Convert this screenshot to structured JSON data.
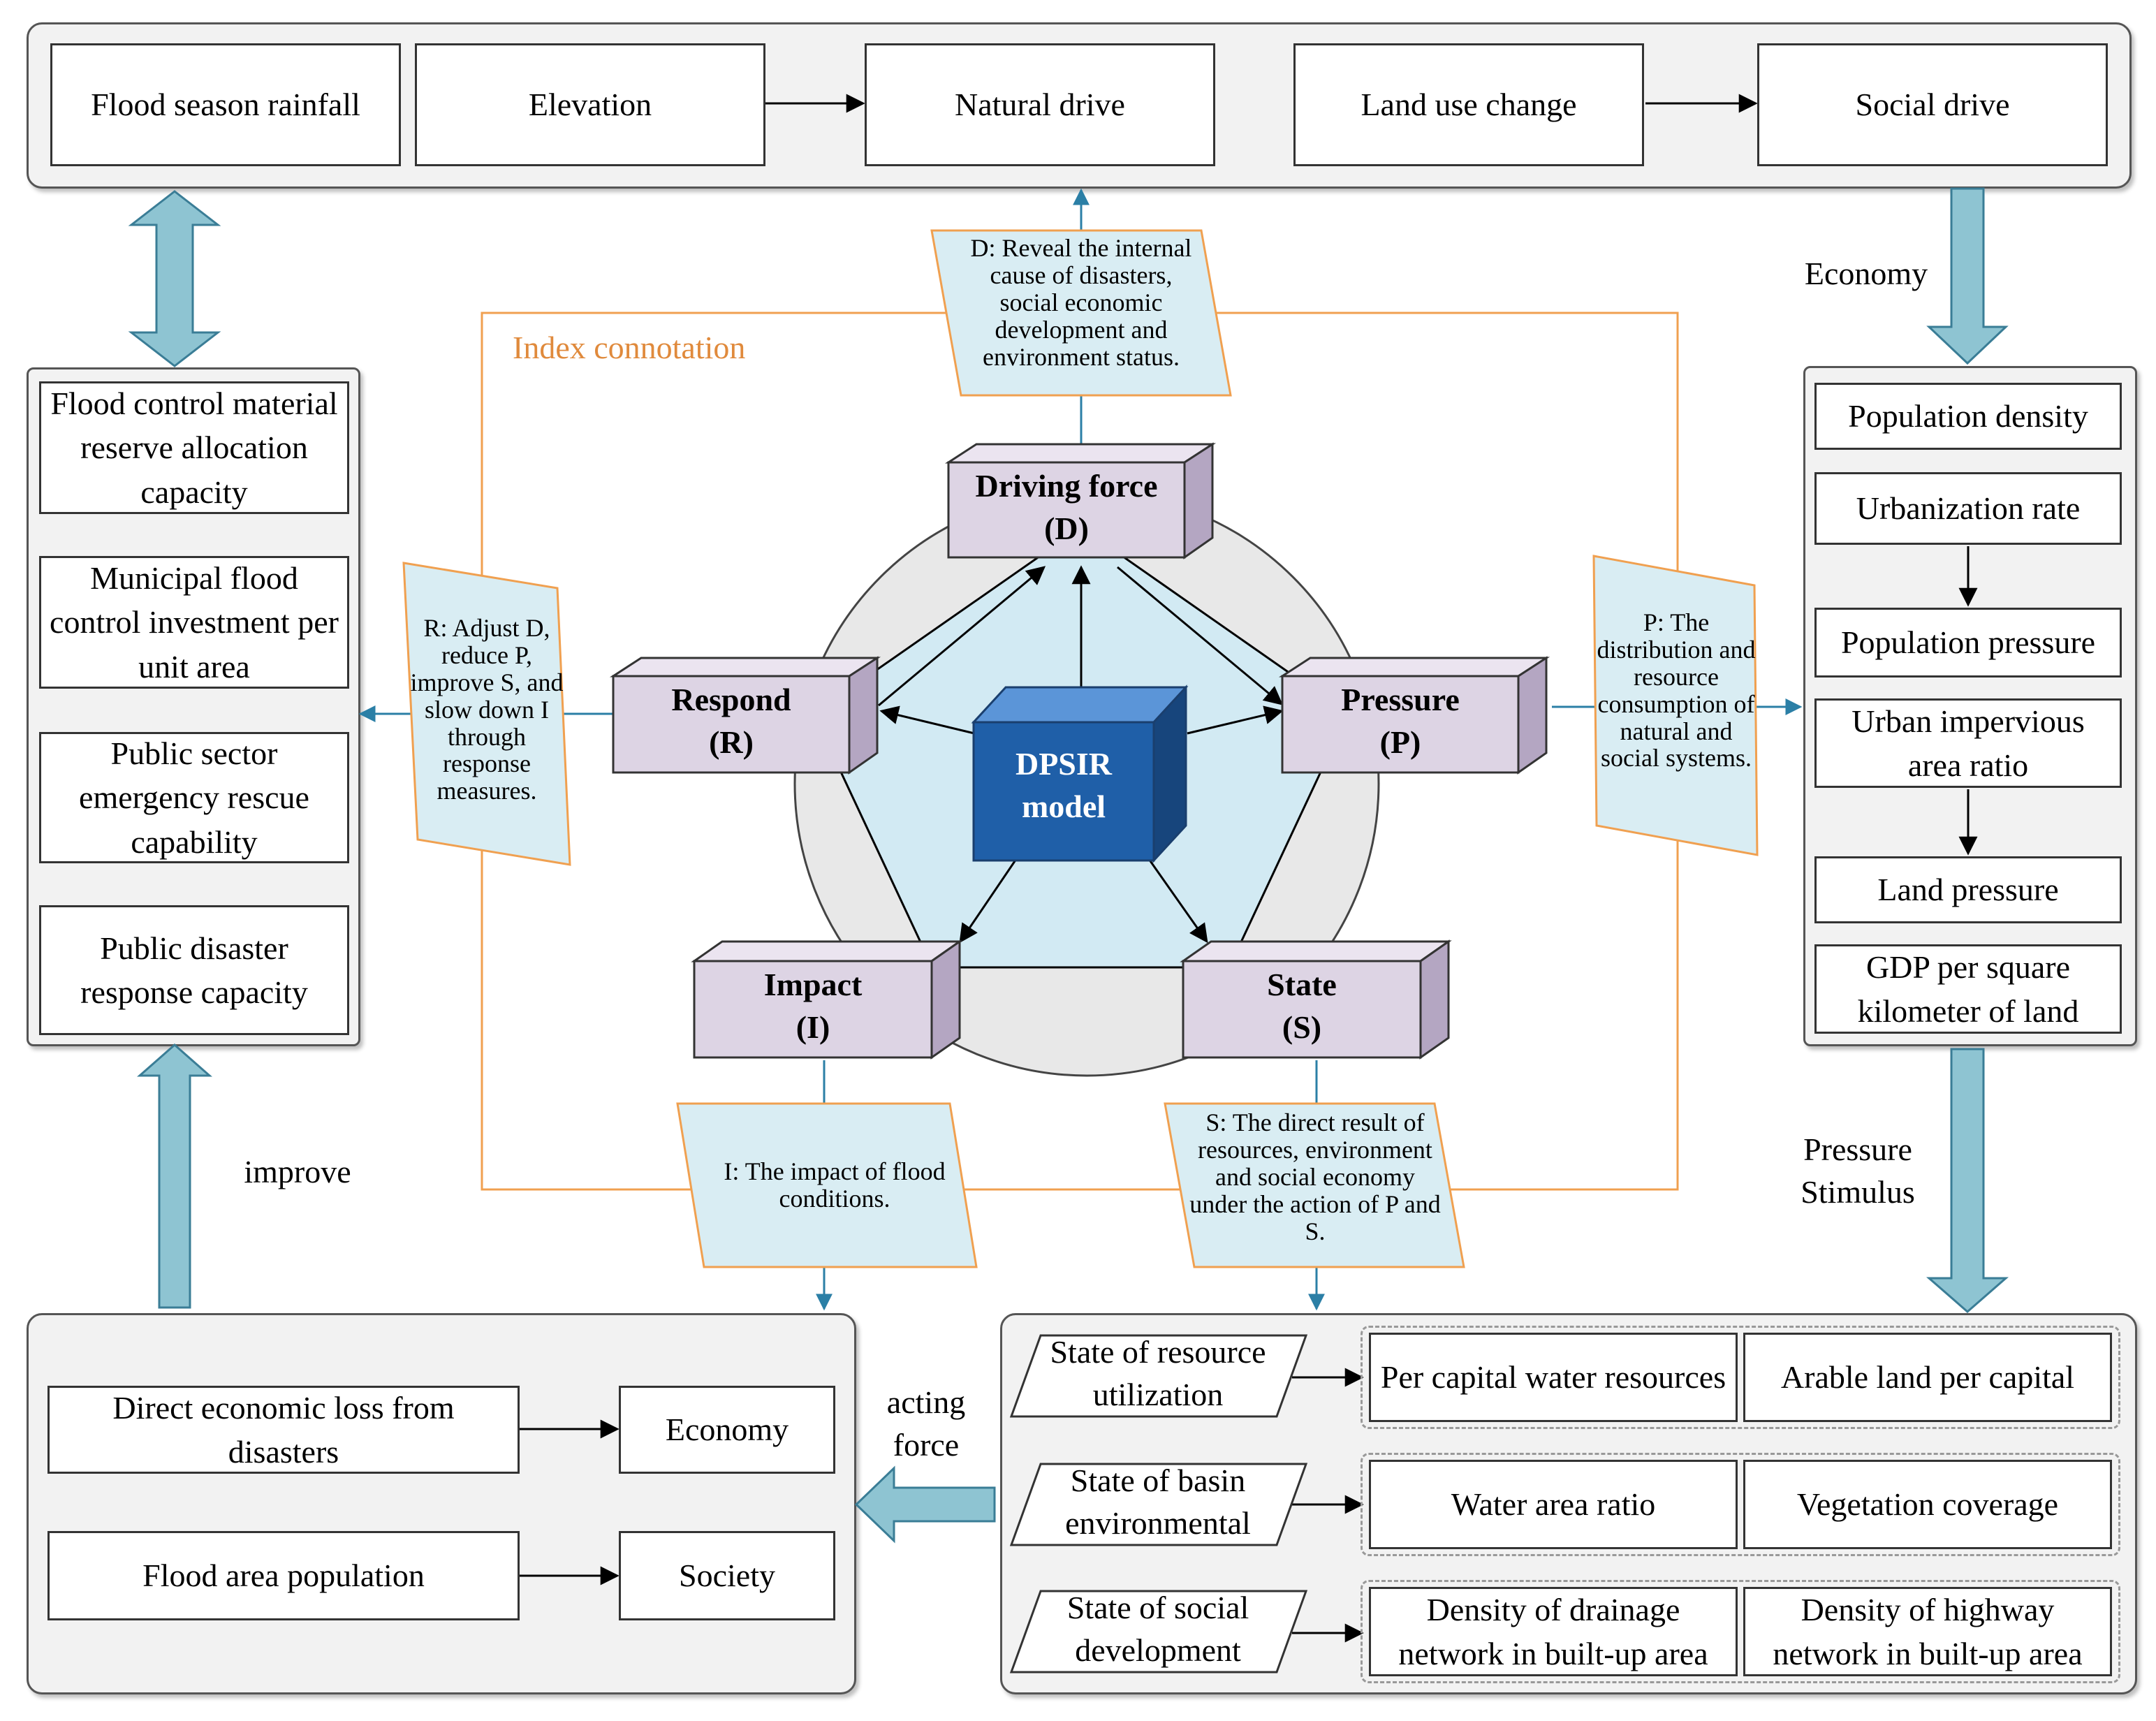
{
  "top_row": {
    "flood_season_rainfall": "Flood season rainfall",
    "elevation": "Elevation",
    "natural_drive": "Natural drive",
    "land_use_change": "Land use change",
    "social_drive": "Social drive"
  },
  "index_connotation": "Index connotation",
  "notes": {
    "d": "D: Reveal the internal cause of disasters, social economic development and environment status.",
    "r": "R: Adjust D, reduce P, improve S, and slow down I through response measures.",
    "p": "P: The distribution and resource consumption of natural and social systems.",
    "i": "I: The impact of flood conditions.",
    "s": "S: The direct result of resources, environment and social economy under the action of P and S."
  },
  "center": {
    "line1": "DPSIR",
    "line2": "model"
  },
  "nodes": {
    "driving_force": {
      "name": "Driving force",
      "code": "(D)"
    },
    "respond": {
      "name": "Respond",
      "code": "(R)"
    },
    "pressure": {
      "name": "Pressure",
      "code": "(P)"
    },
    "impact": {
      "name": "Impact",
      "code": "(I)"
    },
    "state": {
      "name": "State",
      "code": "(S)"
    }
  },
  "response_panel": {
    "items": [
      "Flood control material reserve allocation capacity",
      "Municipal flood control investment per unit area",
      "Public sector emergency rescue capability",
      "Public disaster response capacity"
    ]
  },
  "pressure_panel": {
    "population_density": "Population density",
    "urbanization_rate": "Urbanization rate",
    "population_pressure": "Population pressure",
    "urban_impervious": "Urban impervious area ratio",
    "land_pressure": "Land pressure",
    "gdp": "GDP per square kilometer of land"
  },
  "impact_panel": {
    "direct_loss": "Direct economic loss from disasters",
    "economy": "Economy",
    "flood_population": "Flood area population",
    "society": "Society"
  },
  "state_panel": {
    "rows": [
      {
        "label": "State of resource utilization",
        "a": "Per capital water resources",
        "b": "Arable land per capital"
      },
      {
        "label": "State of basin environmental",
        "a": "Water area ratio",
        "b": "Vegetation coverage"
      },
      {
        "label": "State of social development",
        "a": "Density of drainage network in built-up area",
        "b": "Density of highway network in built-up area"
      }
    ]
  },
  "flow_labels": {
    "economy": "Economy",
    "improve": "improve",
    "pressure_stimulus": "Pressure Stimulus",
    "acting_force": "acting force"
  },
  "colors": {
    "orange_frame": "#f0a050",
    "note_fill": "#d9edf3",
    "node_front": "#ddd4e4",
    "node_top": "#ebe4f0",
    "node_side": "#b4a6c2",
    "center_front": "#1f5fa8",
    "center_top": "#5b95d8",
    "center_side": "#17457c",
    "fat_arrow": "#8ec4d2",
    "connector": "#2b7fa6",
    "inner_pentagon": "#d2eaf3",
    "circle": "#e8e8e8"
  }
}
